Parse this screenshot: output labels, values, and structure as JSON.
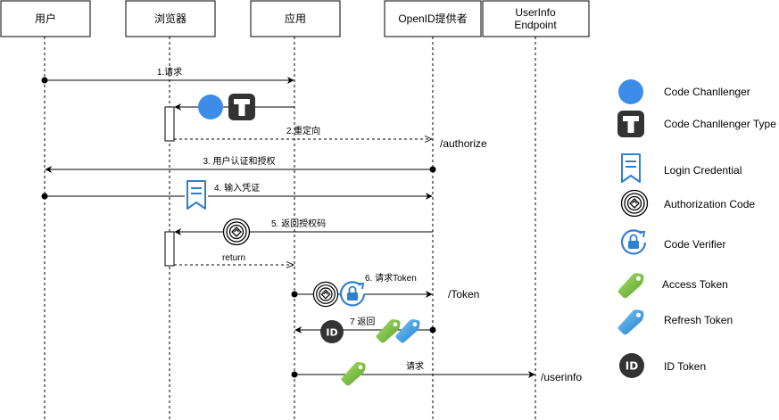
{
  "actors": {
    "user": "用户",
    "browser": "浏览器",
    "app": "应用",
    "provider": "OpenID提供者",
    "userinfo_line1": "UserInfo",
    "userinfo_line2": "Endpoint"
  },
  "messages": {
    "m1": "1.请求",
    "m2": "2.重定向",
    "m3": "3. 用户认证和授权",
    "m4": "4. 输入凭证",
    "m5": "5. 返回授权码",
    "m_return": "return",
    "m6": "6. 请求Token",
    "m7": "7 返回",
    "m8": "请求"
  },
  "endpoints": {
    "authorize": "/authorize",
    "token": "/Token",
    "userinfo": "/userinfo"
  },
  "legend": {
    "challenger": "Code Chanllenger",
    "challenger_type": "Code Chanllenger Type",
    "login_credential": "Login Credential",
    "auth_code": "Authorization Code",
    "code_verifier": "Code Verifier",
    "access_token": "Access Token",
    "refresh_token": "Refresh Token",
    "id_token": "ID Token"
  },
  "icons": {
    "challenger": "blue-circle-icon",
    "challenger_type": "t-badge-icon",
    "login_credential": "bookmark-icon",
    "auth_code": "authorization-code-icon",
    "code_verifier": "lock-cycle-icon",
    "access_token": "green-tag-icon",
    "refresh_token": "blue-tag-icon",
    "id_token": "id-badge-icon"
  },
  "colors": {
    "line": "#000000",
    "challenger_blue": "#3d8de8",
    "dark_badge": "#333333",
    "credential_blue": "#2f7fd2",
    "token_green": "#7cc242",
    "token_blue": "#3a9be0"
  }
}
